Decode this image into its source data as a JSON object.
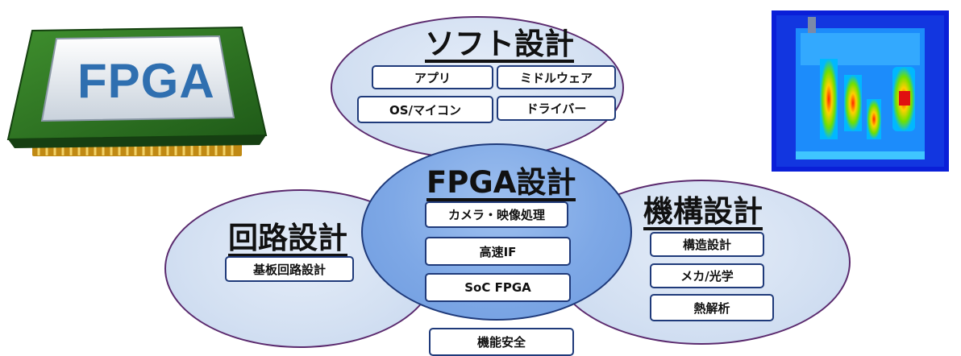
{
  "chip": {
    "label": "FPGA"
  },
  "soft": {
    "title": "ソフト設計",
    "items": [
      "アプリ",
      "ミドルウェア",
      "OS/マイコン",
      "ドライバー"
    ]
  },
  "fpga": {
    "title": "FPGA設計",
    "items": [
      "カメラ・映像処理",
      "高速IF",
      "SoC FPGA"
    ]
  },
  "circuit": {
    "title": "回路設計",
    "items": [
      "基板回路設計"
    ]
  },
  "mech": {
    "title": "機構設計",
    "items": [
      "構造設計",
      "メカ/光学",
      "熱解析"
    ]
  },
  "bottom": {
    "label": "機能安全"
  },
  "colors": {
    "ellipse_border": "#5b2a6e",
    "box_border": "#1f3a7a",
    "center_fill": "#7ea8e6",
    "outer_fill": "#d3e0f2"
  }
}
